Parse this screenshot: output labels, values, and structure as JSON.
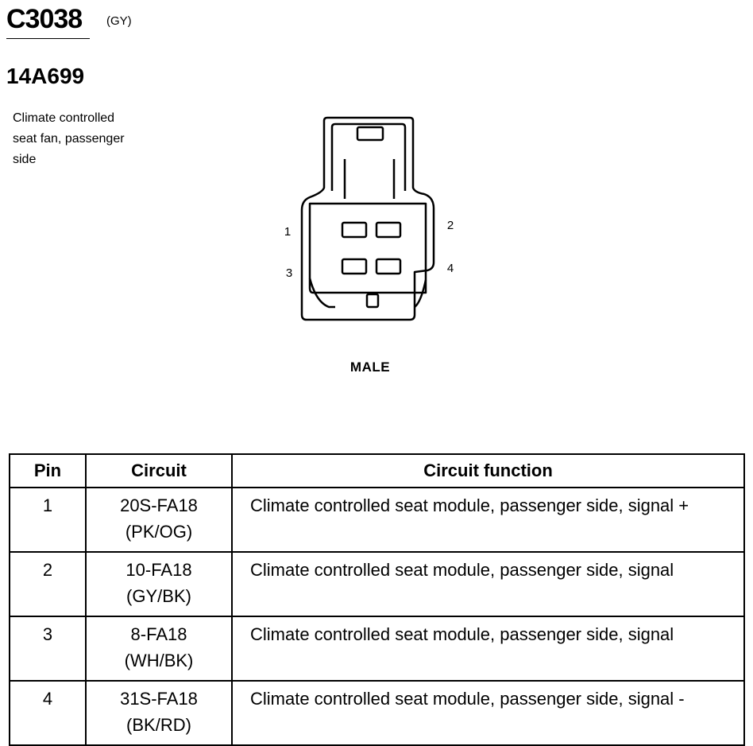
{
  "header": {
    "connector_id": "C3038",
    "color_code": "(GY)",
    "part_number": "14A699",
    "description_lines": [
      "Climate controlled",
      "seat fan, passenger",
      "side"
    ]
  },
  "diagram": {
    "pin_labels": {
      "p1": "1",
      "p2": "2",
      "p3": "3",
      "p4": "4"
    },
    "gender": "MALE"
  },
  "table": {
    "headers": {
      "pin": "Pin",
      "circuit": "Circuit",
      "function": "Circuit function"
    },
    "rows": [
      {
        "pin": "1",
        "circuit": "20S-FA18",
        "color": "(PK/OG)",
        "function": "Climate controlled seat module, passenger side, signal +"
      },
      {
        "pin": "2",
        "circuit": "10-FA18",
        "color": "(GY/BK)",
        "function": "Climate controlled seat module, passenger side, signal"
      },
      {
        "pin": "3",
        "circuit": "8-FA18",
        "color": "(WH/BK)",
        "function": "Climate controlled seat module, passenger side, signal"
      },
      {
        "pin": "4",
        "circuit": "31S-FA18",
        "color": "(BK/RD)",
        "function": "Climate controlled seat module, passenger side, signal -"
      }
    ]
  }
}
